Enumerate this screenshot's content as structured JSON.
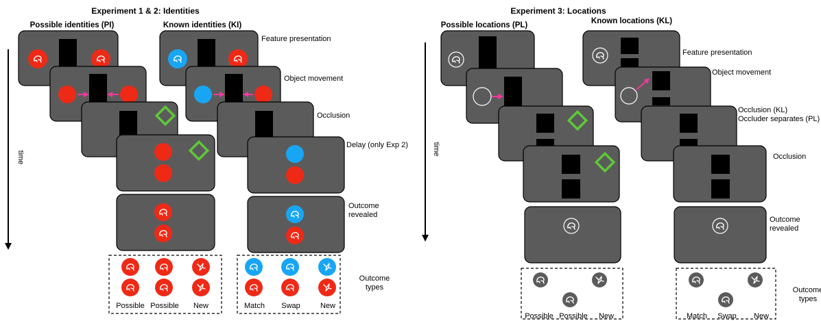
{
  "colors": {
    "panel": "#5b5b5b",
    "red": "#ee2a17",
    "blue": "#18a6f4",
    "grey_ball": "#5b5b5b",
    "green_diamond": "#5ec83a",
    "arrow_pink": "#ee3b9b",
    "occluder": "#000000"
  },
  "icons": [
    "dolphin-glyph-icon",
    "bird-glyph-icon"
  ],
  "exp12": {
    "title": "Experiment 1 & 2: Identities",
    "pi_header": "Possible identities (PI)",
    "ki_header": "Known identities (KI)",
    "time_label": "time",
    "stages": [
      "Feature presentation",
      "Object movement",
      "Occlusion",
      "Delay (only Exp 2)"
    ],
    "outcome_label_1": "Outcome",
    "outcome_label_2": "revealed",
    "outcome_types_1": "Outcome",
    "outcome_types_2": "types",
    "pi_outcomes": [
      "Possible",
      "Possible",
      "New"
    ],
    "ki_outcomes": [
      "Match",
      "Swap",
      "New"
    ]
  },
  "exp3": {
    "title": "Experiment 3: Locations",
    "pl_header": "Possible locations (PL)",
    "kl_header": "Known locations (KL)",
    "time_label": "time",
    "stage_feature": "Feature presentation",
    "stage_movement": "Object movement",
    "stage_occlusion_kl": "Occlusion (KL)",
    "stage_occluder_pl": "Occluder separates (PL)",
    "stage_occlusion": "Occlusion",
    "outcome_label_1": "Outcome",
    "outcome_label_2": "revealed",
    "outcome_types_1": "Outcome",
    "outcome_types_2": "types",
    "pl_outcomes": [
      "Possible",
      "Possible",
      "New"
    ],
    "kl_outcomes": [
      "Match",
      "Swap",
      "New"
    ]
  }
}
